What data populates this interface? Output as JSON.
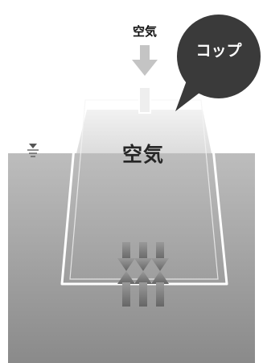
{
  "labels": {
    "air_top": "空気",
    "air_inside": "空気",
    "cup_callout": "コップ"
  },
  "icons": {
    "water_level": "water-level-icon",
    "down_arrow": "down-arrow-icon",
    "pressure_arrows": "opposing-pressure-arrows-icon"
  },
  "colors": {
    "water_top": "#bdbdbd",
    "water_bottom": "#8a8a8a",
    "air_in_cup": "#e2e2e2",
    "cup_outline": "#ffffff",
    "arrows": "#777777",
    "callout": "#3a3a3a"
  }
}
